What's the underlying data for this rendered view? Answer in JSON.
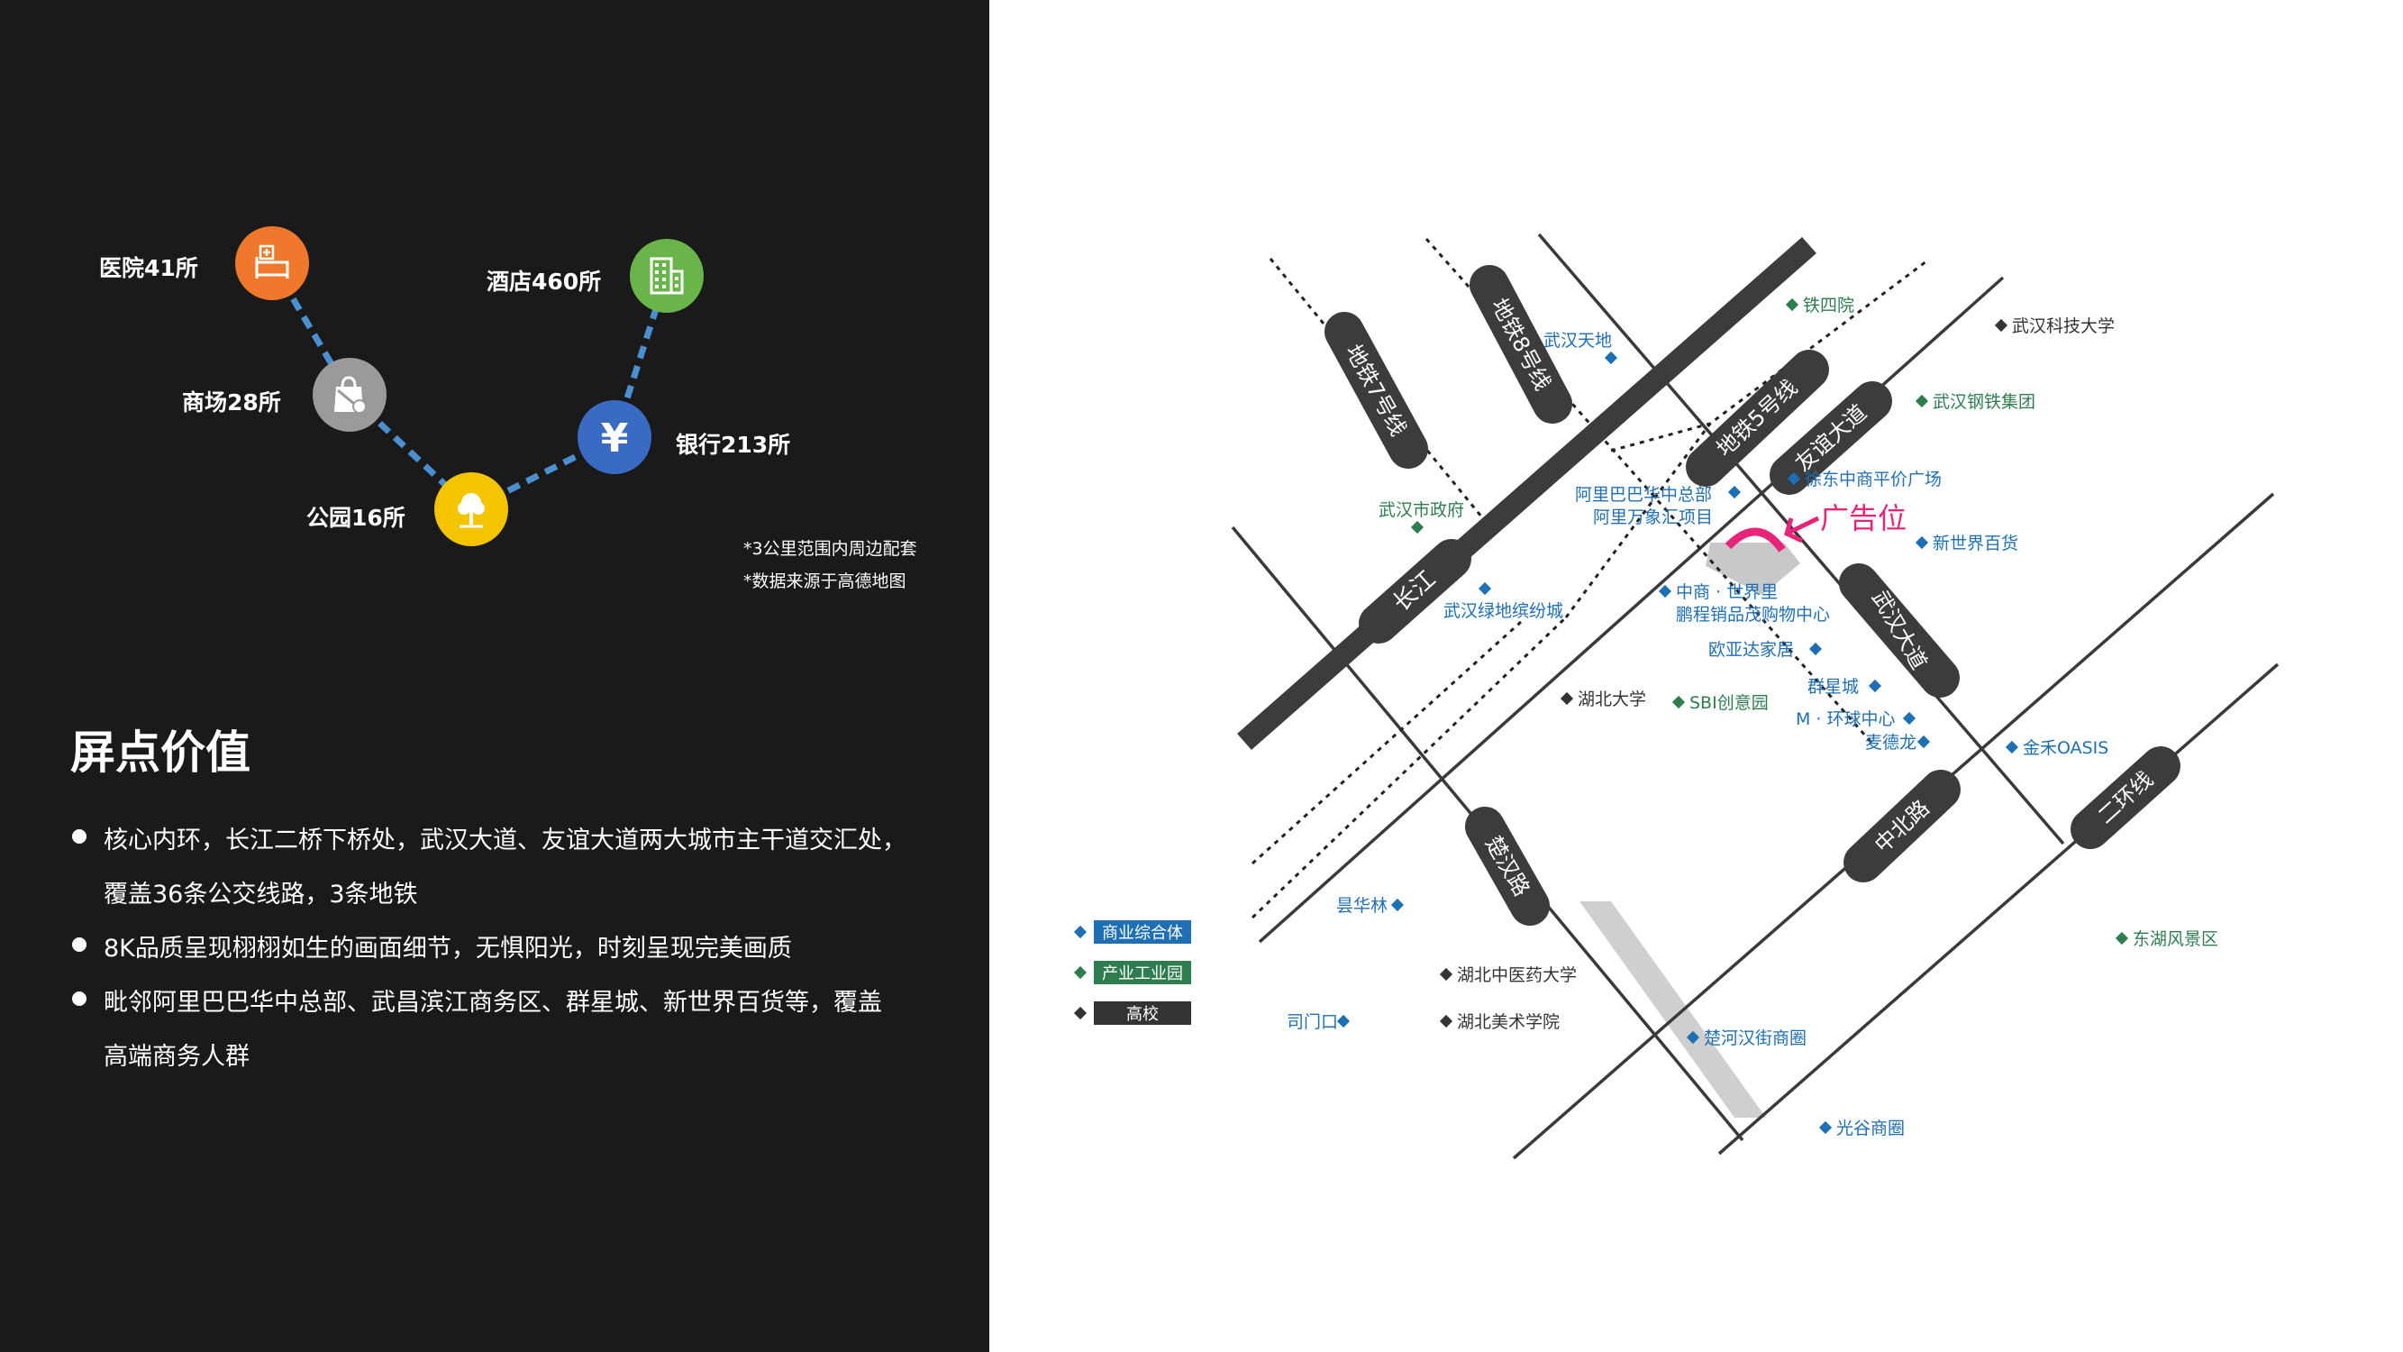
{
  "amenities": {
    "hospital": "医院41所",
    "hotel": "酒店460所",
    "mall": "商场28所",
    "bank": "银行213所",
    "park": "公园16所"
  },
  "notes": {
    "note1": "*3公里范围内周边配套",
    "note2": "*数据来源于高德地图"
  },
  "section_title": "屏点价值",
  "bullets": {
    "b1_line1": "核心内环，长江二桥下桥处，武汉大道、友谊大道两大城市主干道交汇处，",
    "b1_line2": "覆盖36条公交线路，3条地铁",
    "b2": "8K品质呈现栩栩如生的画面细节，无惧阳光，时刻呈现完美画质",
    "b3_line1": "毗邻阿里巴巴华中总部、武昌滨江商务区、群星城、新世界百货等，覆盖",
    "b3_line2": "高端商务人群"
  },
  "colors": {
    "hospital": "#f0782c",
    "hotel": "#6ab54a",
    "mall": "#9a9a9a",
    "bank": "#3a6bc4",
    "park": "#f5c400",
    "connector": "#4a90d0",
    "commercial": "#1f6fb5",
    "industrial": "#2e7d4f",
    "university": "#333333",
    "ad": "#e6247a"
  },
  "map": {
    "roads": {
      "changjiang": "长江",
      "metro7": "地铁7号线",
      "metro8": "地铁8号线",
      "metro5": "地铁5号线",
      "youyi": "友谊大道",
      "wuhan": "武汉大道",
      "zhongbei": "中北路",
      "chuhan": "楚汉路",
      "ring2": "二环线"
    },
    "ad_label": "广告位",
    "places": {
      "tiesiyuan": "铁四院",
      "wkd": "武汉科技大学",
      "wuhantiandi": "武汉天地",
      "wisco": "武汉钢铁集团",
      "xudong": "徐东中商平价广场",
      "alibaba1": "阿里巴巴华中总部",
      "alibaba2": "阿里万象汇项目",
      "govt": "武汉市政府",
      "newworld": "新世界百货",
      "greenland": "武汉绿地缤纷城",
      "zhongshang1": "中商 · 世界里",
      "zhongshang2": "鹏程销品茂购物中心",
      "oudaya": "欧亚达家居",
      "qunxing": "群星城",
      "hubei_univ": "湖北大学",
      "sbi": "SBI创意园",
      "mhuanqiu": "M · 环球中心",
      "mcdonald": "麦德龙",
      "oasis": "金禾OASIS",
      "yuhualin": "昙华林",
      "tcm": "湖北中医药大学",
      "eastlake": "东湖风景区",
      "simenkou": "司门口",
      "arts": "湖北美术学院",
      "chuhe": "楚河汉街商圈",
      "guanggu": "光谷商圈"
    },
    "legend": {
      "commercial": "商业综合体",
      "industrial": "产业工业园",
      "university": "高校"
    }
  }
}
